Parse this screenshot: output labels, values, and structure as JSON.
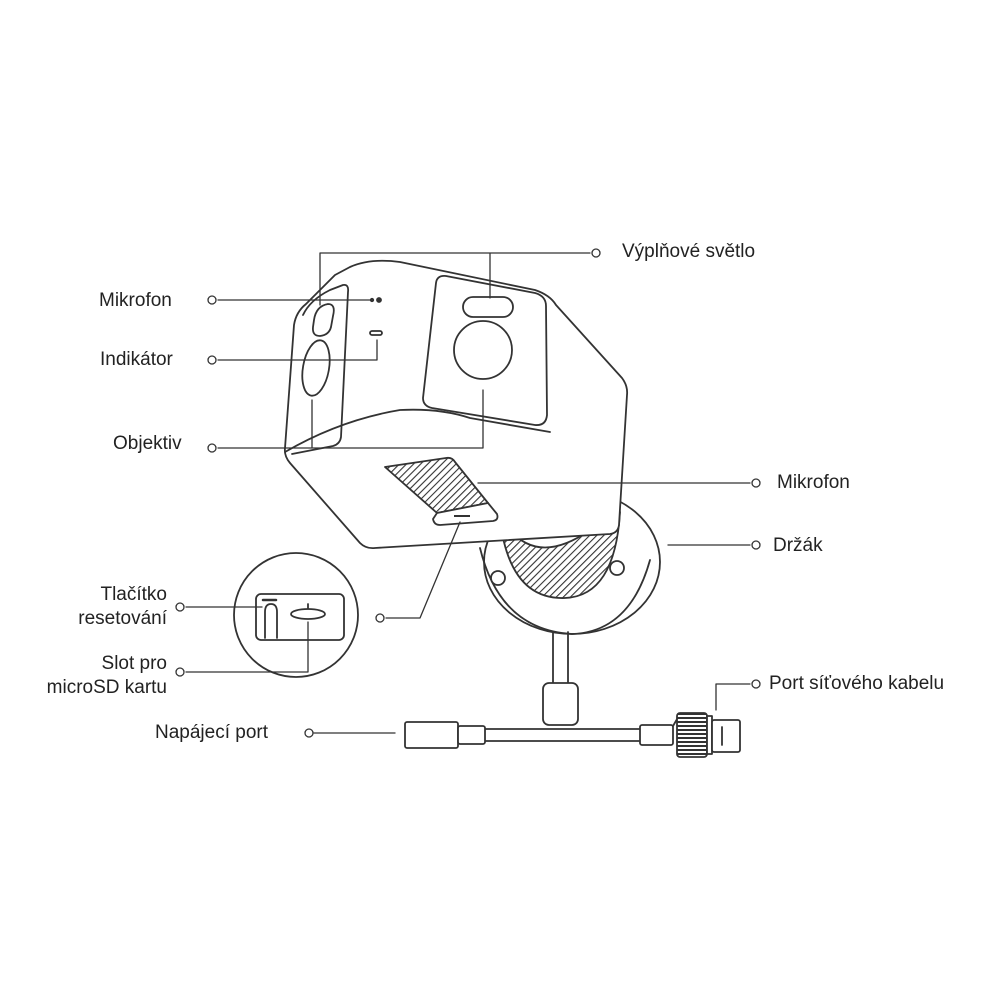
{
  "labels": {
    "fill_light": "Výplňové světlo",
    "mic_top": "Mikrofon",
    "indicator": "Indikátor",
    "lens": "Objektiv",
    "mic_bottom": "Mikrofon",
    "mount": "Držák",
    "reset_line1": "Tlačítko",
    "reset_line2": "resetování",
    "sd_line1": "Slot pro",
    "sd_line2": "microSD kartu",
    "power_port": "Napájecí port",
    "network_port": "Port síťového kabelu"
  },
  "colors": {
    "line": "#333333",
    "text": "#222222"
  }
}
